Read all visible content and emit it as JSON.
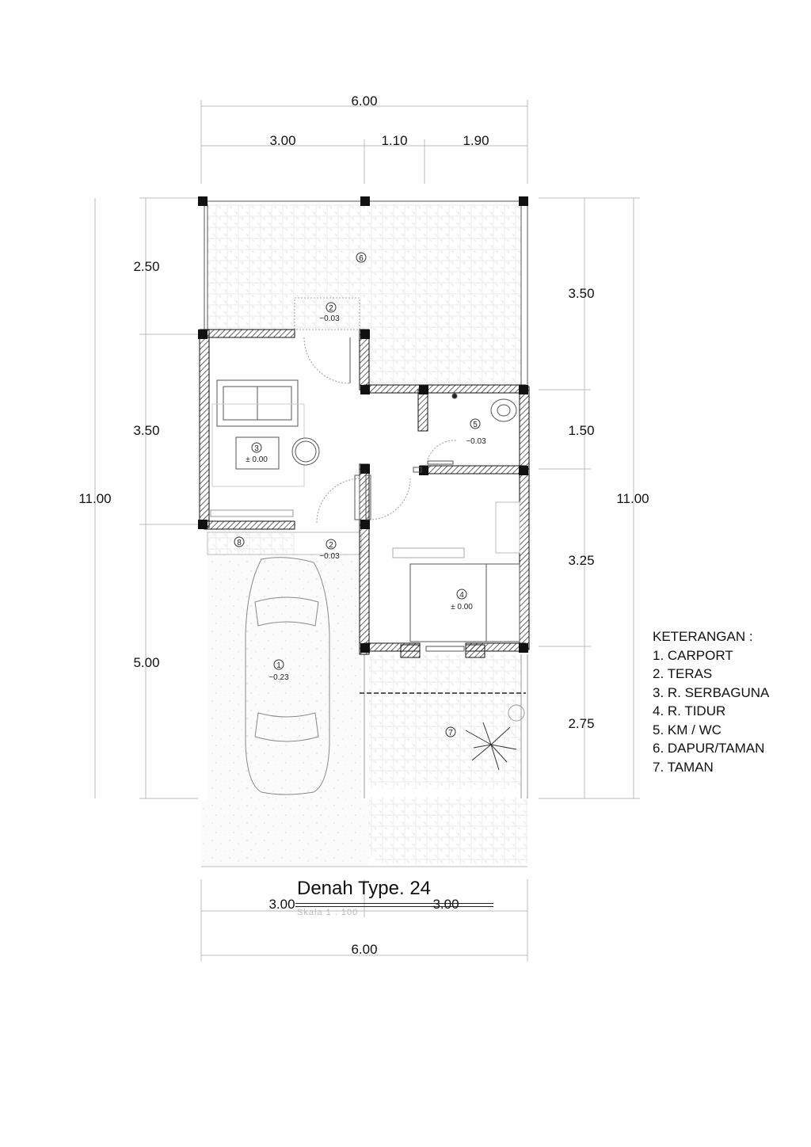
{
  "dimensions": {
    "top_total": "6.00",
    "top_segments": [
      "3.00",
      "1.10",
      "1.90"
    ],
    "left_segments": [
      "2.50",
      "3.50",
      "5.00"
    ],
    "left_total": "11.00",
    "right_segments": [
      "3.50",
      "1.50",
      "3.25",
      "2.75"
    ],
    "right_total": "11.00",
    "bottom_segments": [
      "3.00",
      "3.00"
    ],
    "bottom_total": "6.00"
  },
  "rooms": [
    {
      "tag": "6",
      "level": ""
    },
    {
      "tag": "2",
      "level": "−0.03"
    },
    {
      "tag": "3",
      "level": "± 0.00"
    },
    {
      "tag": "5",
      "level": "−0.03"
    },
    {
      "tag": "8",
      "level": ""
    },
    {
      "tag": "2",
      "level": "−0.03"
    },
    {
      "tag": "4",
      "level": "± 0.00"
    },
    {
      "tag": "1",
      "level": "−0.23"
    },
    {
      "tag": "7",
      "level": ""
    }
  ],
  "legend": {
    "heading": "KETERANGAN :",
    "items": [
      "1. CARPORT",
      "2. TERAS",
      "3. R. SERBAGUNA",
      "4. R. TIDUR",
      "5. KM / WC",
      "6. DAPUR/TAMAN",
      "7. TAMAN"
    ]
  },
  "title": "Denah Type. 24",
  "scale": "Skala  1  :  100",
  "colors": {
    "ink": "#111111",
    "wall_hatch": "#333333",
    "light_line": "#cfcfcf"
  }
}
